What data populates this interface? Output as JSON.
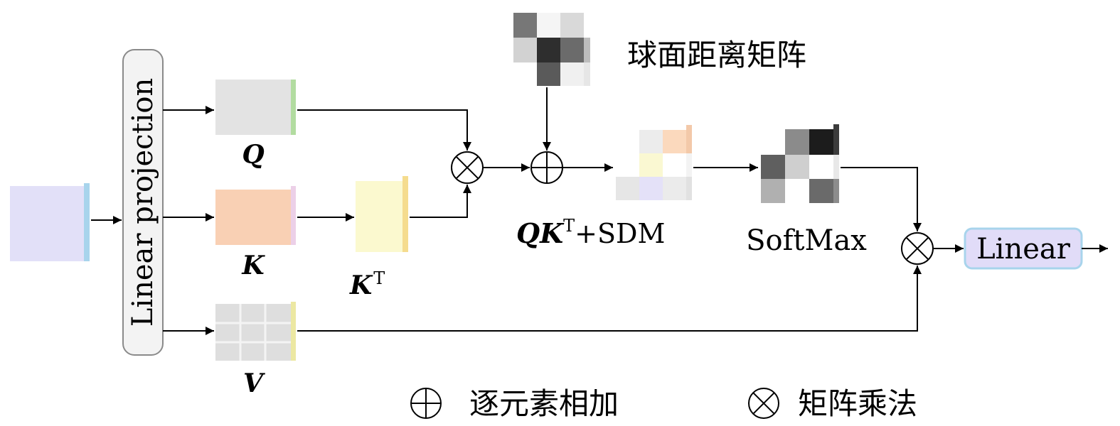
{
  "projection": {
    "label": "Linear projection"
  },
  "labels": {
    "q": "Q",
    "k": "K",
    "kt_base": "K",
    "kt_sup": "T",
    "v": "V",
    "qkt_q": "Q",
    "qkt_k": "K",
    "qkt_sup": "T",
    "qkt_rest": "+SDM",
    "softmax": "SoftMax",
    "sdm_title": "球面距离矩阵",
    "linear": "Linear"
  },
  "legend": {
    "add_label": "逐元素相加",
    "mul_label": "矩阵乘法"
  },
  "colors": {
    "input": "#e2e0f8",
    "input_side": "#a8d4ec",
    "q": "#e3e3e3",
    "q_side": "#b2dca0",
    "k": "#f9d0b4",
    "k_side": "#ecd0e8",
    "kt": "#fbf9cf",
    "kt_side": "#f5dc8e",
    "v": "#dedede",
    "v_side": "#ece8a2",
    "linear_fill": "#e1dcf8",
    "linear_stroke": "#a8d4ec"
  }
}
